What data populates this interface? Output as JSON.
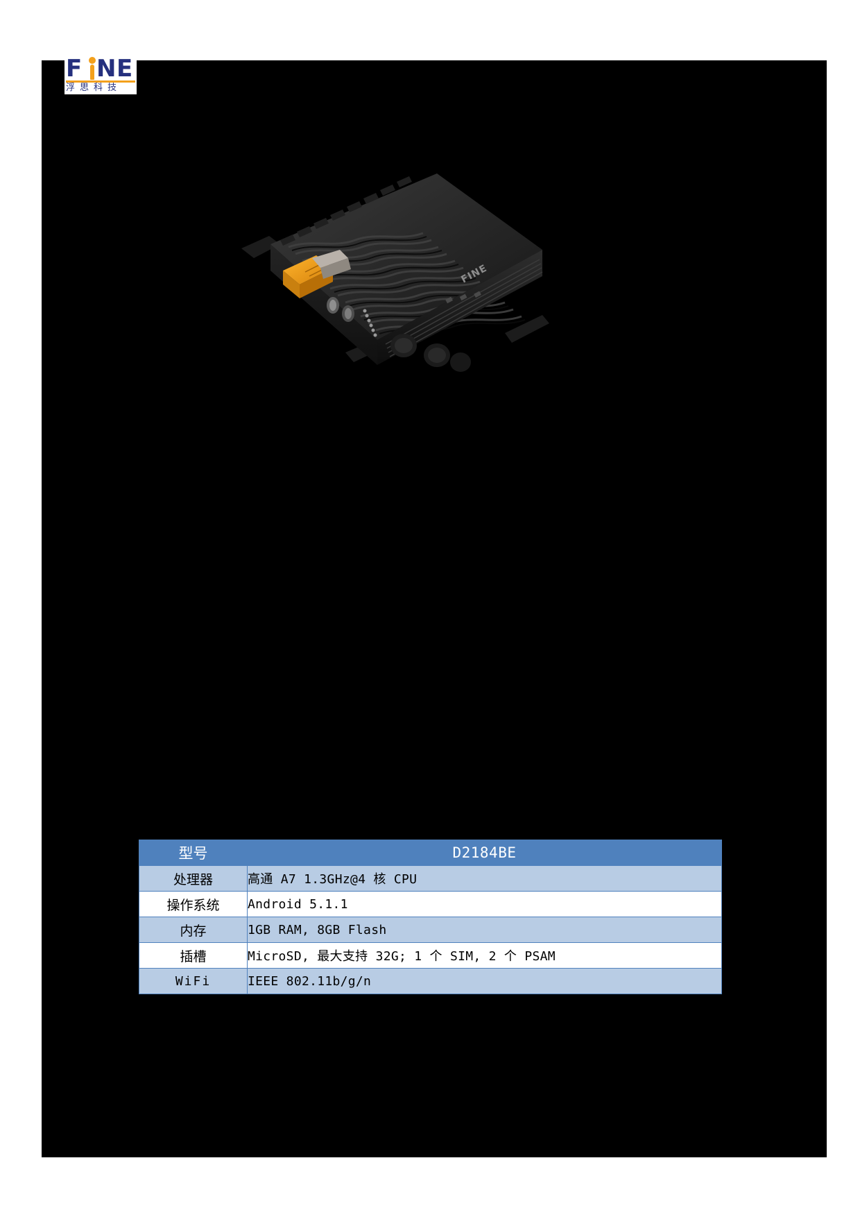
{
  "document": {
    "page_background": "#ffffff",
    "content_plate_color": "#000000"
  },
  "logo": {
    "brand_f": "F",
    "brand_n": "N",
    "brand_e": "E",
    "wordmark": "FINE",
    "subtitle": "浮思科技",
    "brand_color": "#25307e",
    "accent_color": "#f3a01c"
  },
  "product_image": {
    "alt": "Rugged black industrial terminal with wavy heat-sink fins, orange connector and FINE branding",
    "body_color": "#1a1a1a",
    "fin_color": "#2b2b2b",
    "connector_color": "#e8a020",
    "brand_text": "FINE"
  },
  "spec_table": {
    "header": {
      "label": "型号",
      "value": "D2184BE"
    },
    "header_bg": "#4f81bd",
    "shade_bg": "#b8cce4",
    "plain_bg": "#ffffff",
    "border_color": "#4f81bd",
    "rows": [
      {
        "label": "处理器",
        "value": "高通 A7 1.3GHz@4 核 CPU",
        "shaded": true,
        "label_mono": false
      },
      {
        "label": "操作系统",
        "value": "Android 5.1.1",
        "shaded": false,
        "label_mono": false
      },
      {
        "label": "内存",
        "value": "1GB RAM, 8GB Flash",
        "shaded": true,
        "label_mono": false
      },
      {
        "label": "插槽",
        "value": "MicroSD, 最大支持 32G; 1 个 SIM, 2 个 PSAM",
        "shaded": false,
        "label_mono": false
      },
      {
        "label": "WiFi",
        "value": "IEEE 802.11b/g/n",
        "shaded": true,
        "label_mono": true
      }
    ]
  }
}
